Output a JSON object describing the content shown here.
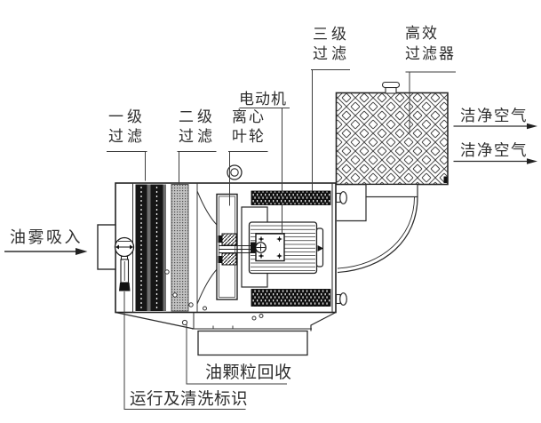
{
  "diagram": {
    "type": "oil-mist-collector-schematic",
    "labels": {
      "stage1_filter": "一级\n过滤",
      "stage2_filter": "二级\n过滤",
      "impeller": "离心\n叶轮",
      "motor": "电动机",
      "stage3_filter": "三级\n过滤",
      "hepa_filter": "高效\n过滤器",
      "clean_air_top": "洁净空气",
      "clean_air_bottom": "洁净空气",
      "oil_mist_inlet": "油雾吸入",
      "oil_particle_recovery": "油颗粒回收",
      "run_clean_indicator": "运行及清洗标识"
    },
    "colors": {
      "background": "#ffffff",
      "line": "#2a2a2a",
      "text": "#2e2e2e",
      "dark_fill": "#141414"
    }
  }
}
